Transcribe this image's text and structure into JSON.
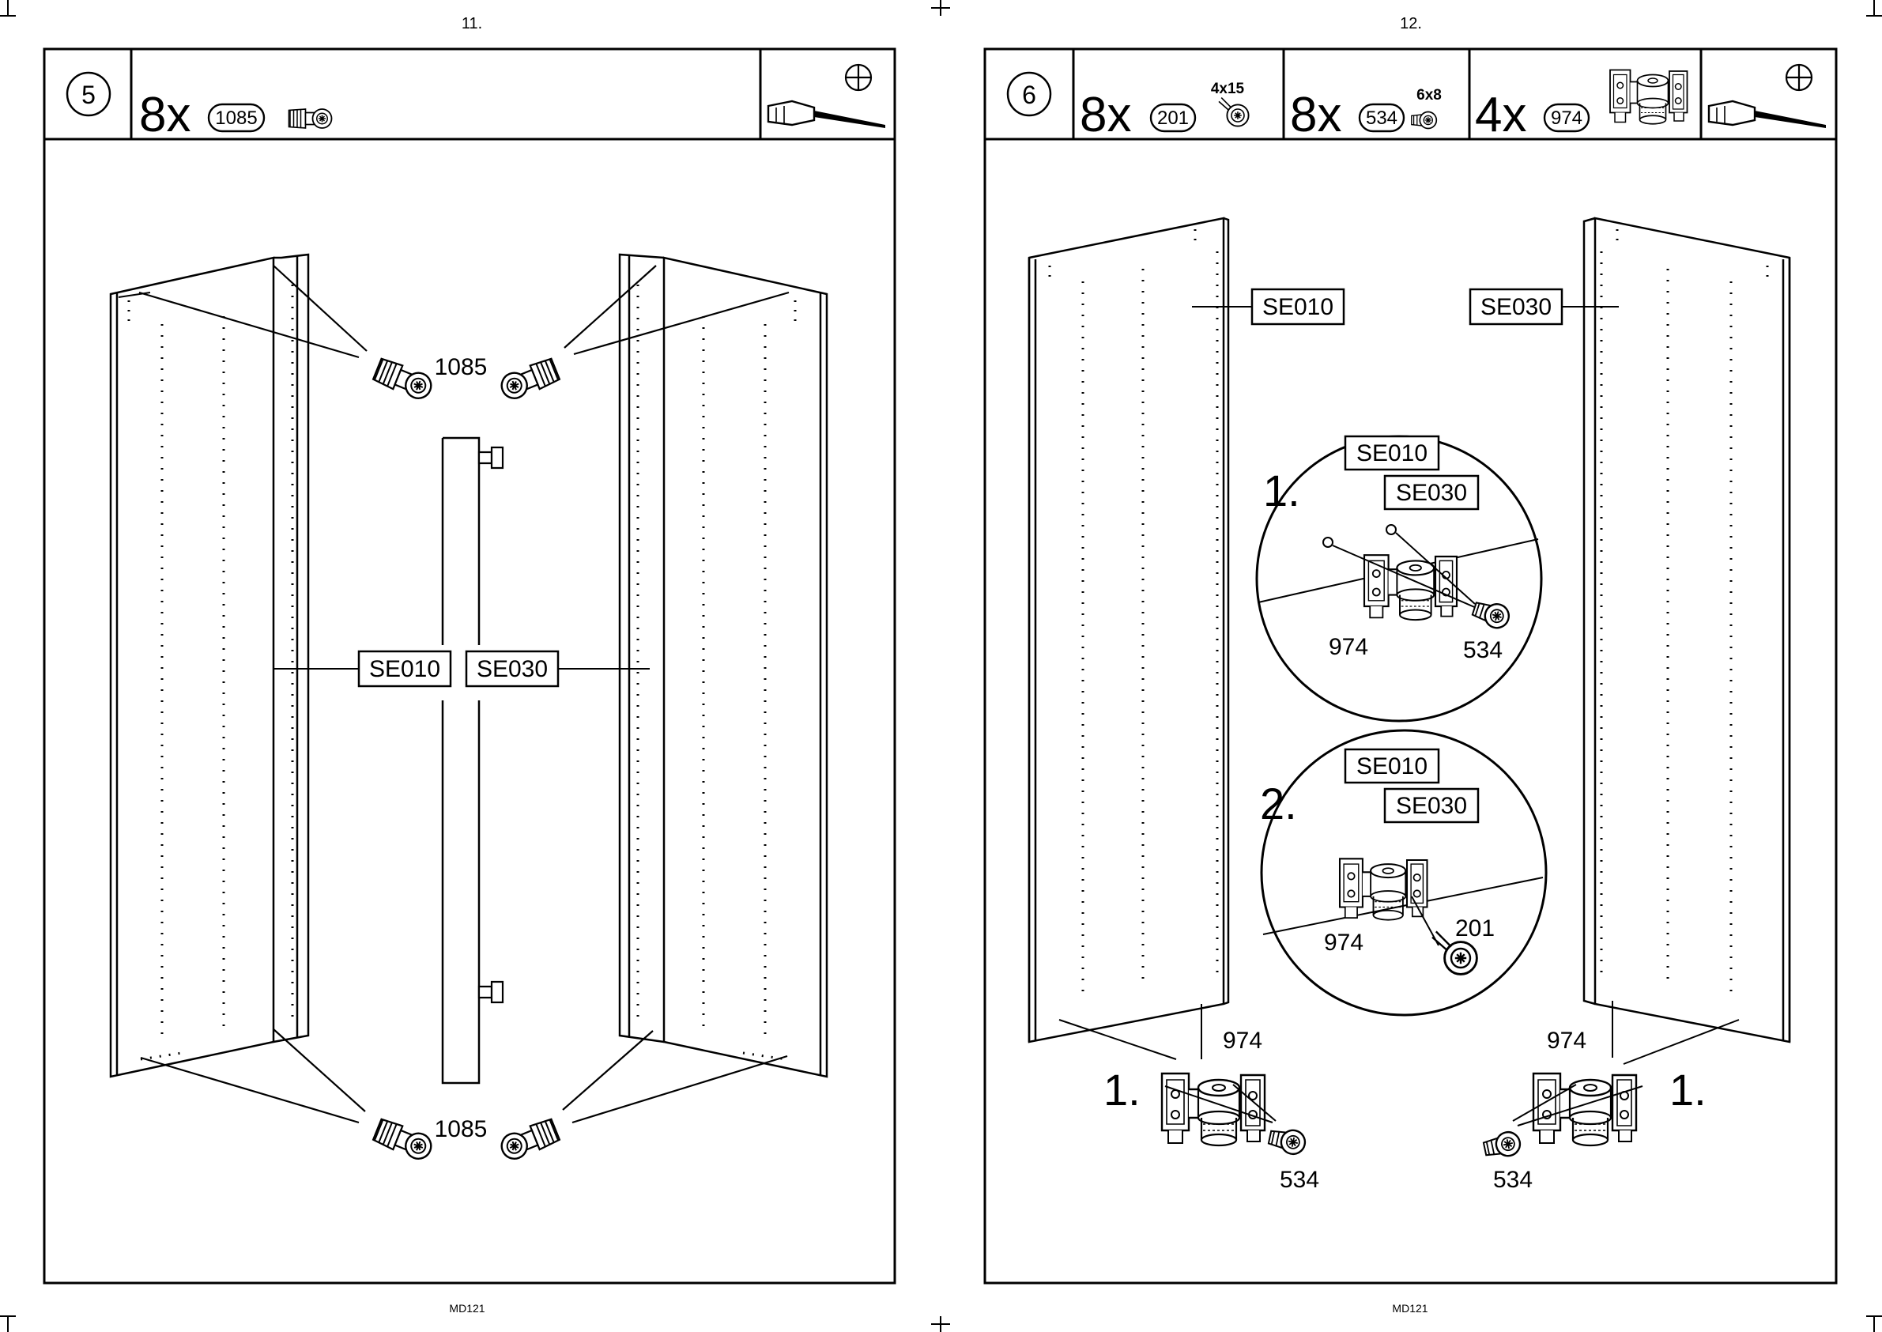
{
  "pages": [
    {
      "page_number": "11.",
      "footer": "MD121",
      "step": "5",
      "parts": [
        {
          "qty": "8x",
          "code": "1085",
          "icon": "cam-dowel-icon"
        }
      ],
      "tool_icons": [
        "screwdriver-icon",
        "phillips-head-icon"
      ],
      "callouts": {
        "part_top": "1085",
        "part_bottom": "1085"
      },
      "labels": {
        "left_panel": "SE010",
        "right_panel": "SE030"
      }
    },
    {
      "page_number": "12.",
      "footer": "MD121",
      "step": "6",
      "parts": [
        {
          "qty": "8x",
          "code": "201",
          "size": "4x15",
          "icon": "wood-screw-icon"
        },
        {
          "qty": "8x",
          "code": "534",
          "size": "6x8",
          "icon": "euro-screw-icon"
        },
        {
          "qty": "4x",
          "code": "974",
          "icon": "hinge-plate-icon"
        }
      ],
      "tool_icons": [
        "screwdriver-icon",
        "phillips-head-icon"
      ],
      "labels": {
        "left_panel": "SE010",
        "right_panel": "SE030"
      },
      "detail_1": {
        "step": "1.",
        "label_a": "SE010",
        "label_b": "SE030",
        "part_a": "974",
        "part_b": "534"
      },
      "detail_2": {
        "step": "2.",
        "label_a": "SE010",
        "label_b": "SE030",
        "part_a": "974",
        "part_b": "201"
      },
      "bottom_left": {
        "step": "1.",
        "part_a": "974",
        "part_b": "534"
      },
      "bottom_right": {
        "step": "1.",
        "part_a": "974",
        "part_b": "534"
      }
    }
  ]
}
